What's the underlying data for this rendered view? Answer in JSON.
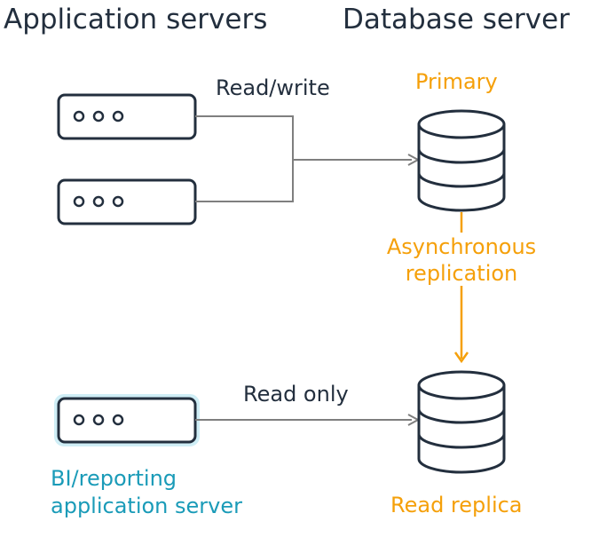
{
  "headers": {
    "app_servers": "Application servers",
    "db_server": "Database server"
  },
  "labels": {
    "read_write": "Read/write",
    "primary": "Primary",
    "async_line1": "Asynchronous",
    "async_line2": "replication",
    "read_only": "Read only",
    "bi_line1": "BI/reporting",
    "bi_line2": "application server",
    "read_replica": "Read replica"
  },
  "colors": {
    "dark": "#232f3e",
    "orange": "#f5a00a",
    "blue": "#1a9bb8",
    "arrow_gray": "#7f7f7f",
    "highlight": "#cfeef6"
  },
  "icons": {
    "server": "server-icon",
    "database": "database-icon"
  }
}
